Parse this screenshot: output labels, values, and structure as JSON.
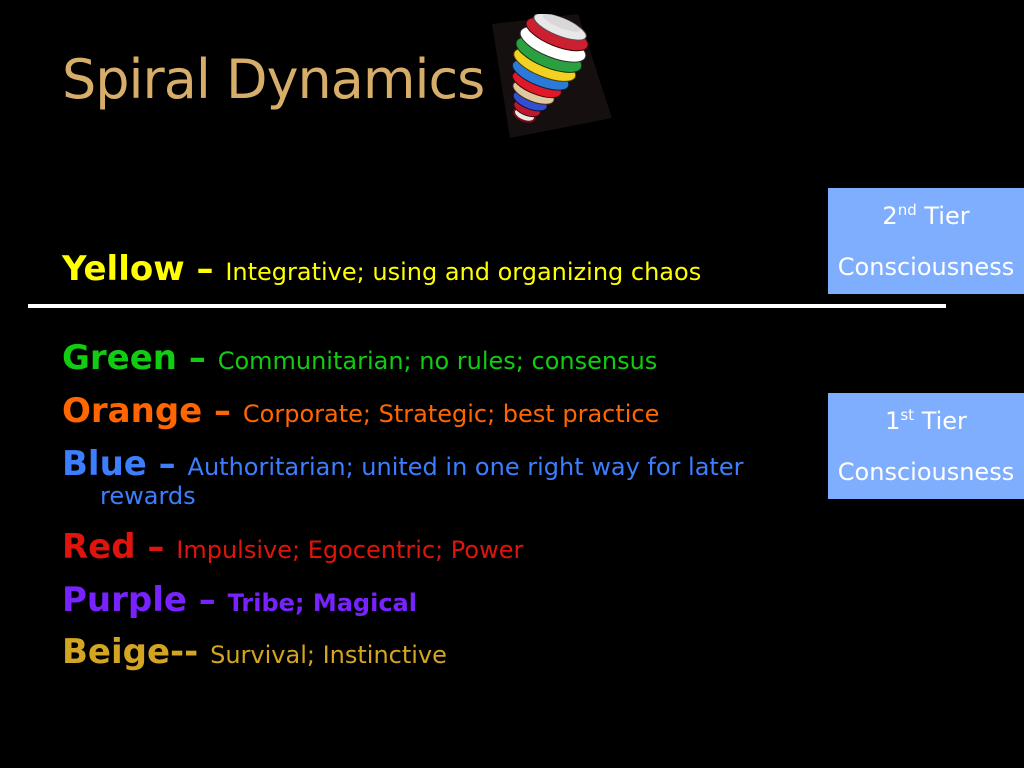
{
  "slide": {
    "title": "Spiral Dynamics",
    "title_color": "#d6ae6a"
  },
  "levels": [
    {
      "name": "Yellow",
      "sep": " – ",
      "desc": "Integrative; using and organizing chaos",
      "color": "#ffff00"
    },
    {
      "name": "Green",
      "sep": " – ",
      "desc": "Communitarian; no rules; consensus",
      "color": "#11cc11"
    },
    {
      "name": "Orange",
      "sep": " – ",
      "desc": "Corporate; Strategic; best practice",
      "color": "#ff6600"
    },
    {
      "name": "Blue",
      "sep": " – ",
      "desc": "Authoritarian; united in one right way for later",
      "desc_cont": "rewards",
      "color": "#3d7eff"
    },
    {
      "name": "Red",
      "sep": " – ",
      "desc": "Impulsive; Egocentric; Power",
      "color": "#e0140c"
    },
    {
      "name": "Purple",
      "sep": " – ",
      "desc": "Tribe; Magical",
      "color": "#7722ff"
    },
    {
      "name": "Beige",
      "sep": "-- ",
      "desc": "Survival; Instinctive",
      "color": "#d4a522"
    }
  ],
  "tiers": [
    {
      "num": "2",
      "suffix": "nd",
      "word": "Tier",
      "label": "Consciousness"
    },
    {
      "num": "1",
      "suffix": "st",
      "word": "Tier",
      "label": "Consciousness"
    }
  ],
  "colors": {
    "background": "#000000",
    "divider": "#ffffff",
    "tier_box": "#7faeff",
    "tier_text": "#ffffff"
  },
  "icons": {
    "logo": "spiral-dynamics-cone-icon"
  }
}
